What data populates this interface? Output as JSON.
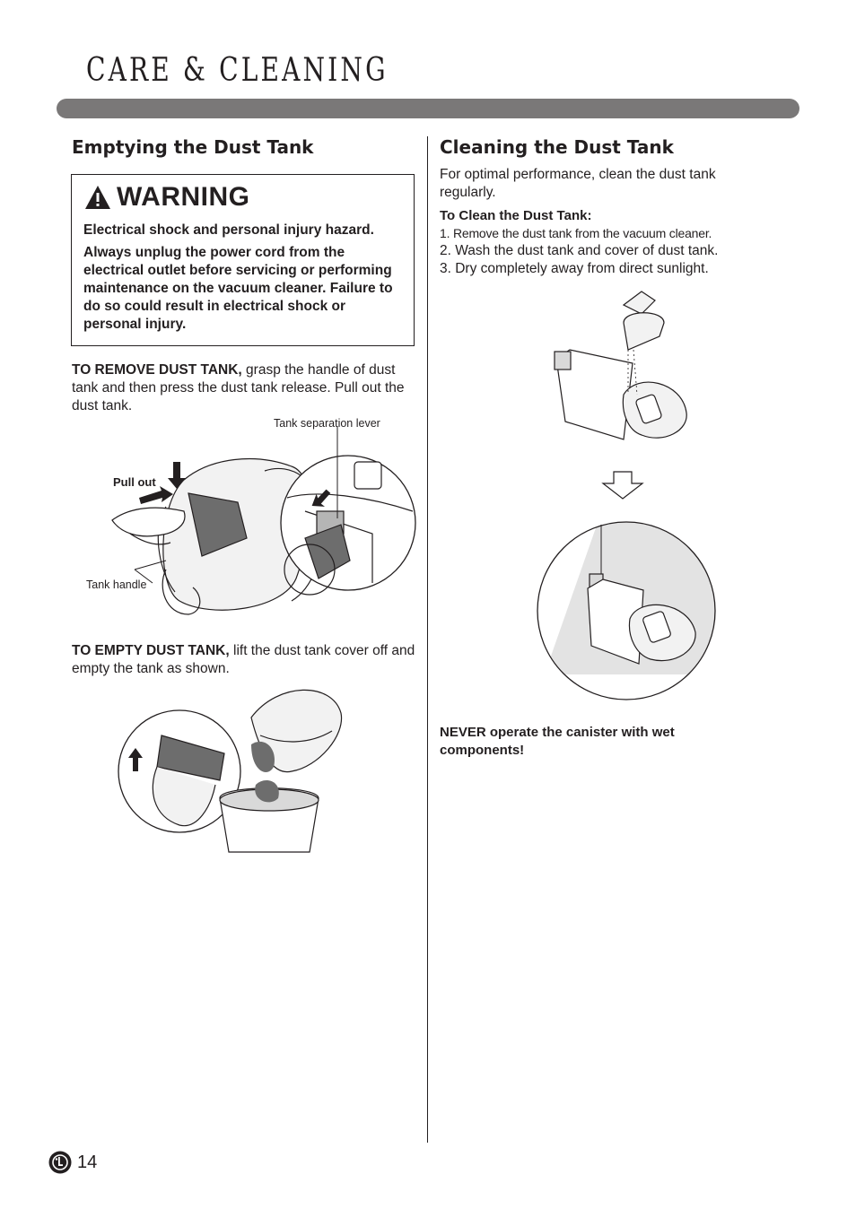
{
  "header": {
    "title": "CARE & CLEANING"
  },
  "left": {
    "heading": "Emptying the Dust Tank",
    "warning": {
      "title": "WARNING",
      "line1": "Electrical shock and personal injury hazard.",
      "line2": "Always unplug the power cord from the electrical outlet before servicing or performing maintenance on the vacuum cleaner. Failure to do so could result in electrical shock or personal injury."
    },
    "remove": {
      "lead": "TO REMOVE DUST TANK,",
      "text": " grasp the handle of dust tank and then press the dust tank release. Pull out the dust tank."
    },
    "labels": {
      "lever": "Tank separation lever",
      "pull": "Pull out",
      "handle": "Tank handle"
    },
    "empty": {
      "lead": "TO EMPTY DUST TANK,",
      "text": " lift the dust tank cover off and empty the tank as shown."
    }
  },
  "right": {
    "heading": "Cleaning the Dust Tank",
    "intro": "For optimal performance, clean the dust tank regularly.",
    "subhead": "To Clean the Dust Tank:",
    "steps": [
      "1. Remove the dust tank from the vacuum cleaner.",
      "2. Wash the dust tank and cover of dust tank.",
      "3. Dry completely away from direct sunlight."
    ],
    "never": "NEVER operate the canister with wet components!"
  },
  "footer": {
    "page_number": "14",
    "logo_icon": "lg-logo-icon"
  },
  "colors": {
    "title_bar": "#7a7878",
    "text": "#231f20"
  }
}
